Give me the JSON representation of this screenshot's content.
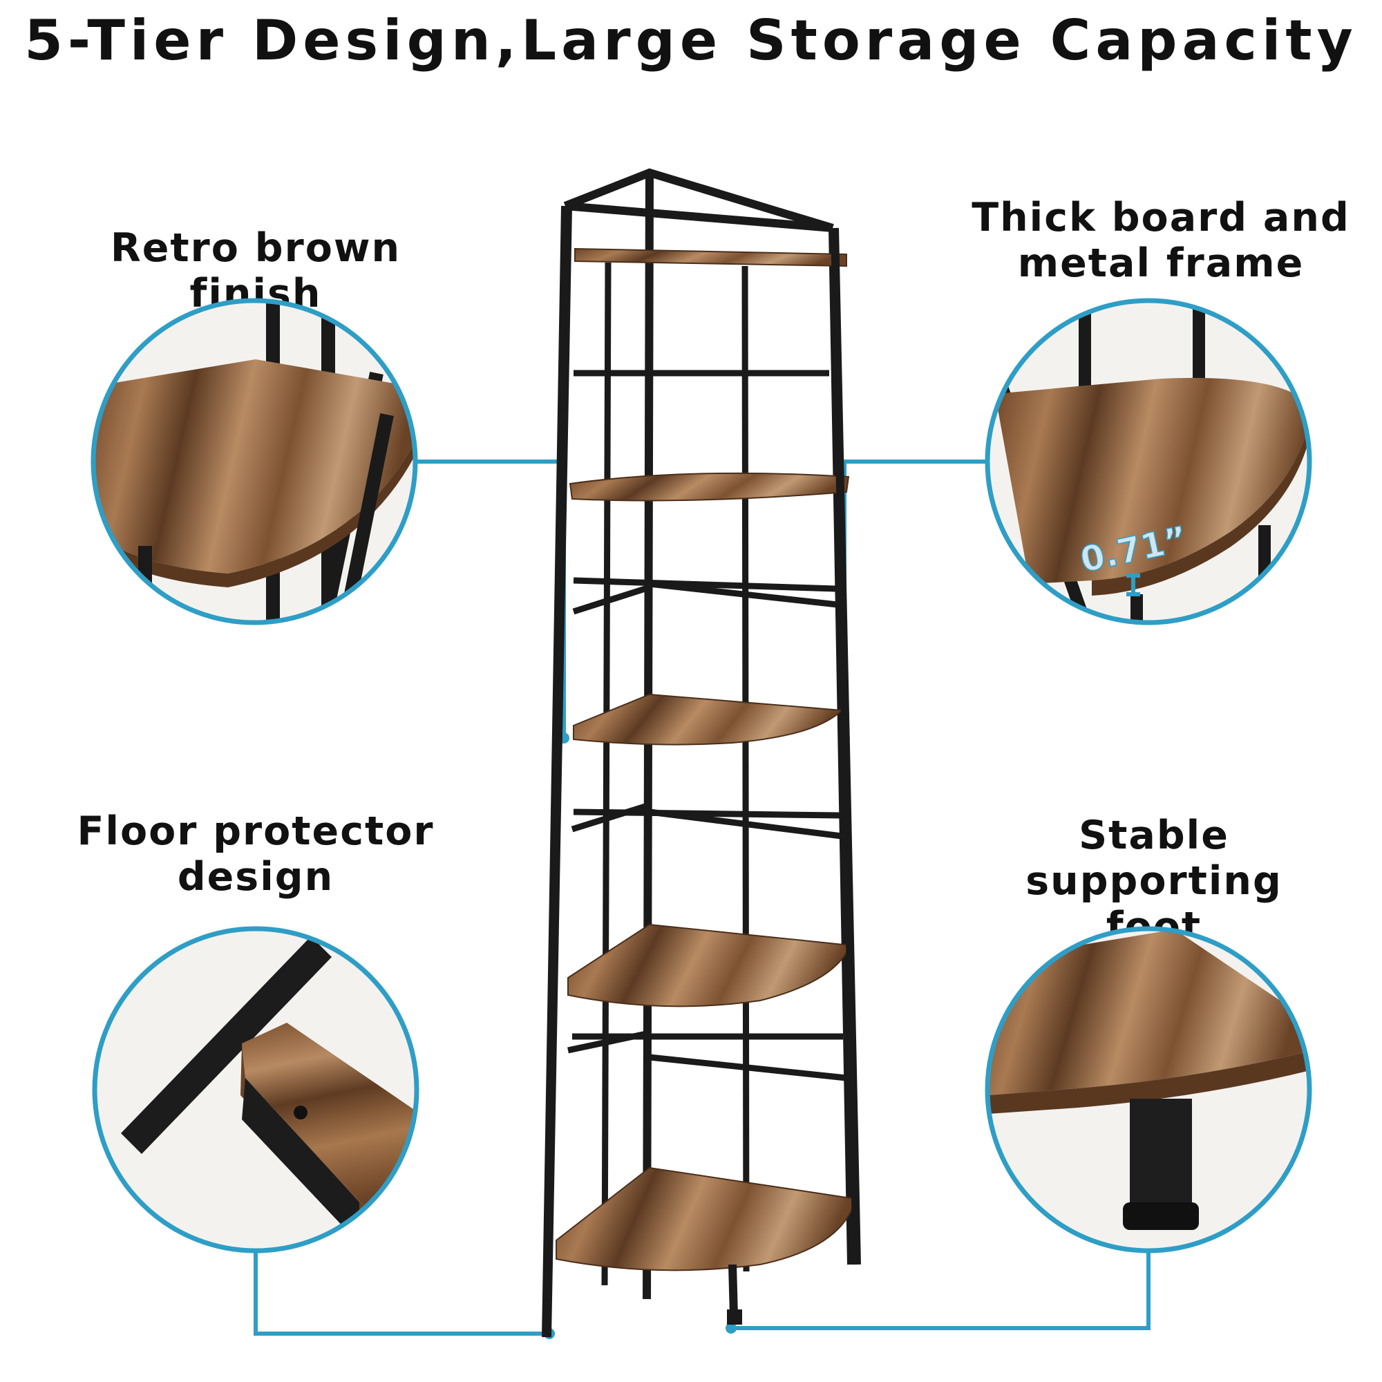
{
  "title": "5-Tier Design,Large Storage Capacity",
  "callouts": {
    "top_left": "Retro brown finish",
    "top_right_line1": "Thick board and",
    "top_right_line2": "metal frame",
    "bottom_left_line1": "Floor protector",
    "bottom_left_line2": "design",
    "bottom_right_line1": "Stable supporting",
    "bottom_right_line2": "foot"
  },
  "measurement": "0.71”",
  "colors": {
    "accent": "#2e9ec6",
    "text": "#111111",
    "frame": "#1a1a1a",
    "wood": "#8a5a36"
  }
}
